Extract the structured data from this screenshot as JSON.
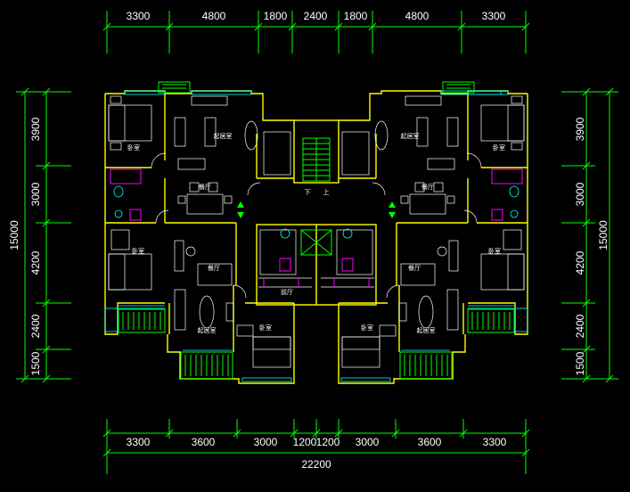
{
  "dimensions": {
    "top": [
      "3300",
      "4800",
      "1800",
      "2400",
      "1800",
      "4800",
      "3300"
    ],
    "bottom": [
      "3300",
      "3600",
      "3000",
      "1200",
      "1200",
      "3000",
      "3600",
      "3300"
    ],
    "bottom_total": "22200",
    "left": [
      "3900",
      "3000",
      "4200",
      "2400",
      "1500"
    ],
    "left_total": "15000",
    "right": [
      "3900",
      "3000",
      "4200",
      "2400",
      "1500"
    ],
    "right_total": "15000"
  },
  "rooms": {
    "bedroom": "卧室",
    "living_room": "起居室",
    "dining_room": "餐厅",
    "stair_down": "下",
    "stair_up": "上",
    "corridor": "前厅"
  },
  "colors": {
    "dimension_lines": "#00ff00",
    "walls": "#ffff00",
    "furniture": "#ffffff",
    "windows": "#00ffff",
    "fixtures": "#ff00ff",
    "background": "#000000"
  }
}
